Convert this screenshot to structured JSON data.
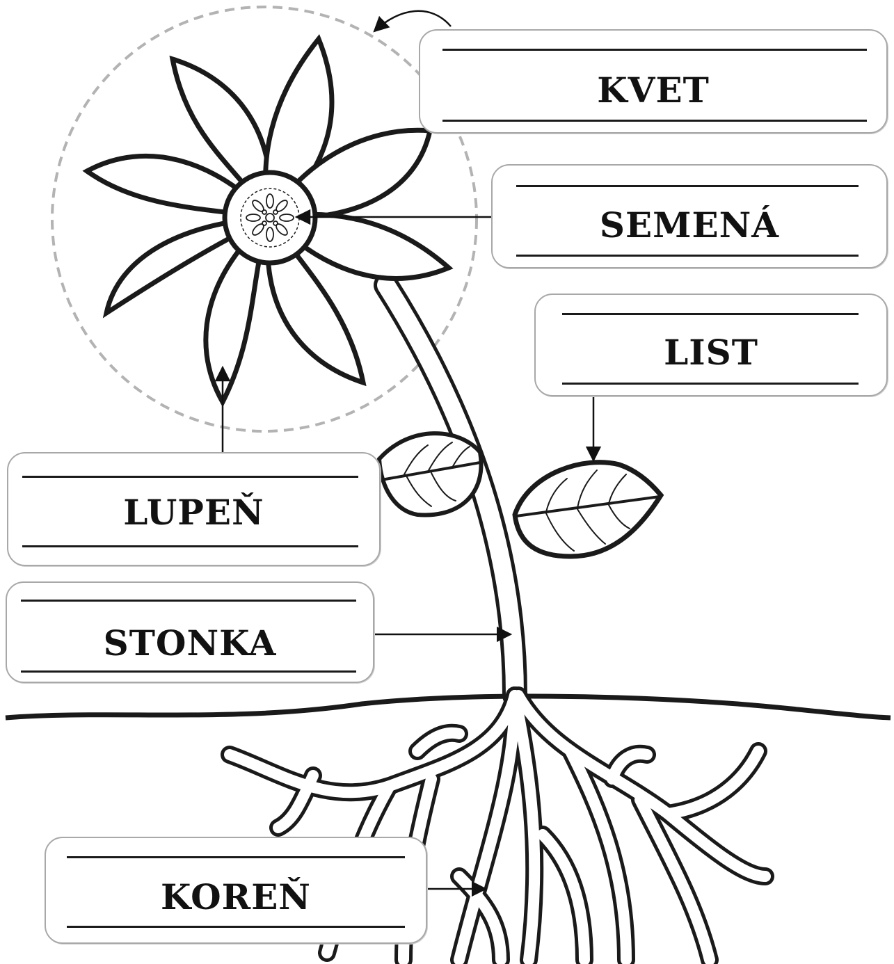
{
  "labels": {
    "kvet": "KVET",
    "semena": "SEMENÁ",
    "list": "LIST",
    "lupen": "LUPEŇ",
    "stonka": "STONKA",
    "koren": "KOREŇ"
  }
}
